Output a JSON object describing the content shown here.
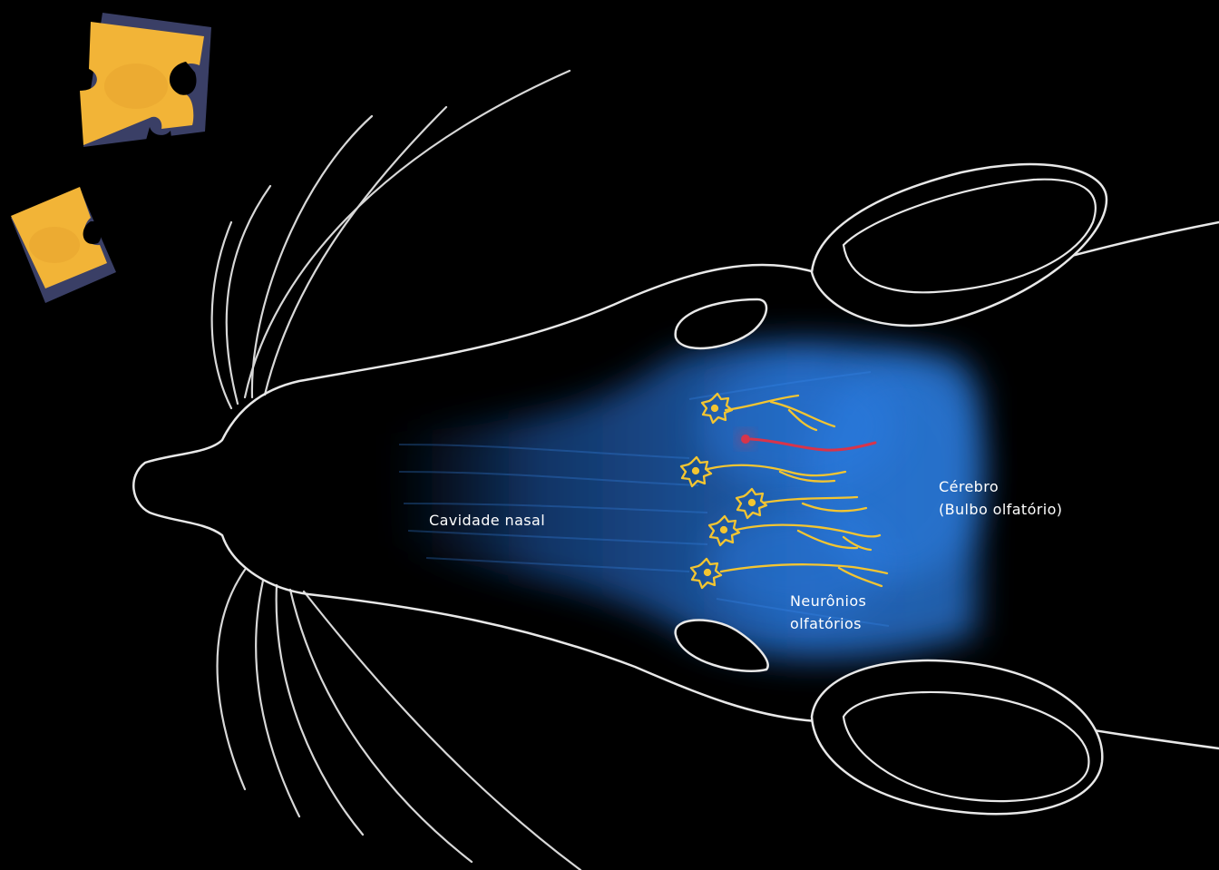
{
  "labels": {
    "nasal_cavity": "Cavidade nasal",
    "brain_line1": "Cérebro",
    "brain_line2": "(Bulbo olfatório)",
    "neurons_line1": "Neurônios",
    "neurons_line2": "olfatórios"
  },
  "icons": {
    "cheese": "cheese-icon",
    "neuron": "neuron-icon"
  },
  "colors": {
    "background": "#000000",
    "outline": "#e8e8e8",
    "label": "#ffffff",
    "cavity_blue": "#2f7fe0",
    "neuron_yellow": "#f3c531",
    "highlight_neuron": "#d8344a",
    "cheese": "#f2b437",
    "cheese_shadow": "#3a3f66"
  }
}
